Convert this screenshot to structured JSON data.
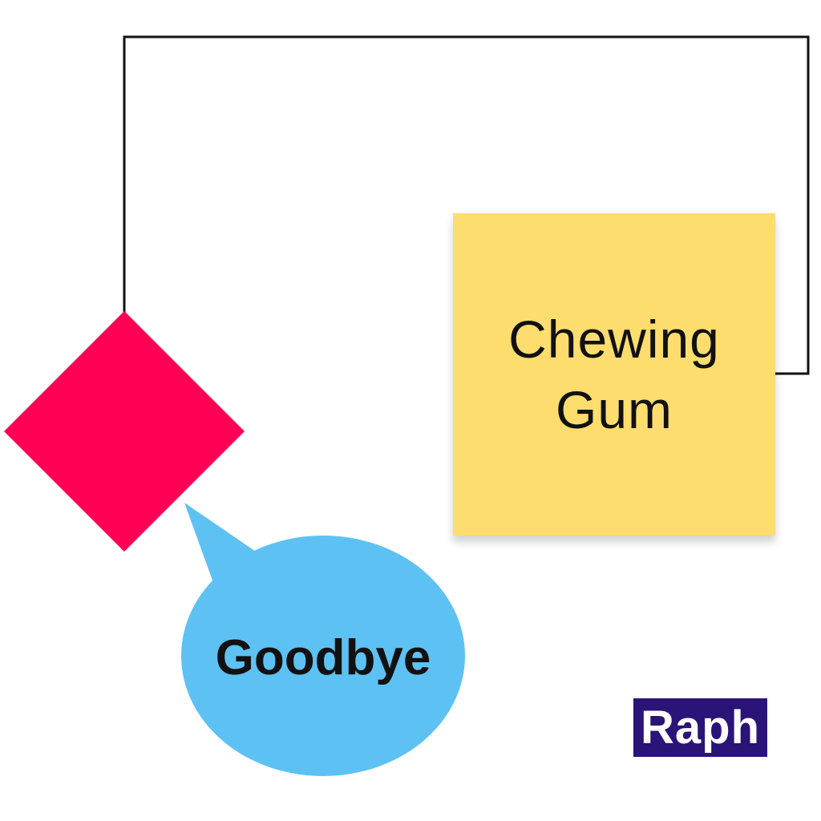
{
  "sticky_note": {
    "text": "Chewing Gum",
    "color": "#FCDD6E"
  },
  "speech_bubble": {
    "text": "Goodbye",
    "color": "#5EC1F3"
  },
  "diamond": {
    "color": "#FF0055"
  },
  "connector": {
    "color": "#111111"
  },
  "name_tag": {
    "text": "Raph",
    "color": "#2A1478"
  }
}
